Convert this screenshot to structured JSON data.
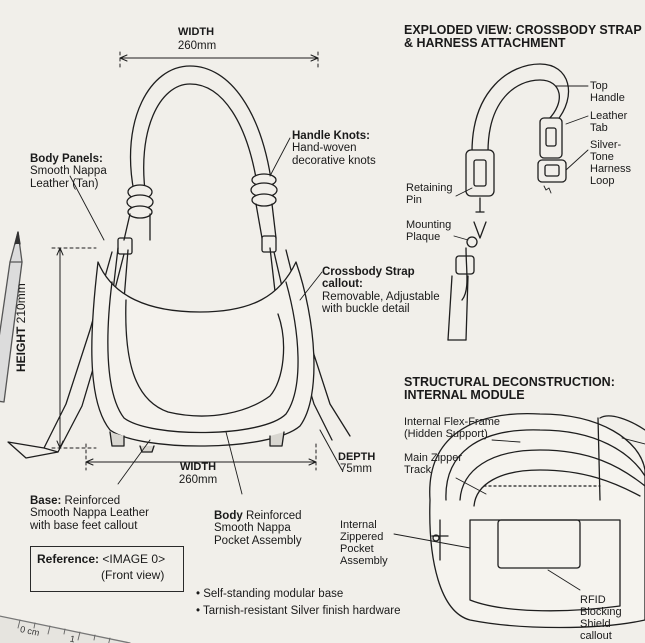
{
  "width_top": {
    "label": "WIDTH",
    "value": "260mm"
  },
  "width_bottom": {
    "label": "WIDTH",
    "value": "260mm"
  },
  "height": {
    "label": "HEIGHT",
    "value": "210mm"
  },
  "depth": {
    "label": "DEPTH",
    "value": "75mm"
  },
  "callouts": {
    "body_panels": {
      "title": "Body Panels:",
      "text": "Smooth Nappa\nLeather (Tan)"
    },
    "handle_knots": {
      "title": "Handle Knots:",
      "text": "Hand-woven\ndecorative knots"
    },
    "crossbody": {
      "title": "Crossbody Strap\ncallout:",
      "text": "Removable, Adjustable\nwith buckle detail"
    },
    "base": {
      "title": "Base:",
      "text": " Reinforced\nSmooth Nappa Leather\nwith base feet callout"
    },
    "body": {
      "title": "Body",
      "text": " Reinforced\nSmooth Nappa\nPocket Assembly"
    }
  },
  "exploded": {
    "title": "EXPLODED VIEW: CROSSBODY STRAP\n& HARNESS ATTACHMENT",
    "top_handle": "Top Handle",
    "leather_tab": "Leather Tab",
    "harness_loop": "Silver-Tone\nHarness\nLoop",
    "retaining_pin": "Retaining\nPin",
    "mounting_plaque": "Mounting\nPlaque"
  },
  "structural": {
    "title": "STRUCTURAL DECONSTRUCTION:\nINTERNAL MODULE",
    "flex_frame": "Internal Flex-Frame\n(Hidden Support)",
    "zipper_track": "Main Zipper\nTrack",
    "internal_pocket": "Internal\nZippered\nPocket\nAssembly",
    "rfid": "RFID Blocking\nShield callout"
  },
  "reference": {
    "title": "Reference:",
    "image": "<IMAGE 0>",
    "view": "(Front view)"
  },
  "notes": [
    "Self-standing modular base",
    "Tarnish-resistant Silver finish hardware"
  ],
  "ruler": {
    "unit": "0 cm",
    "mark": "1"
  }
}
